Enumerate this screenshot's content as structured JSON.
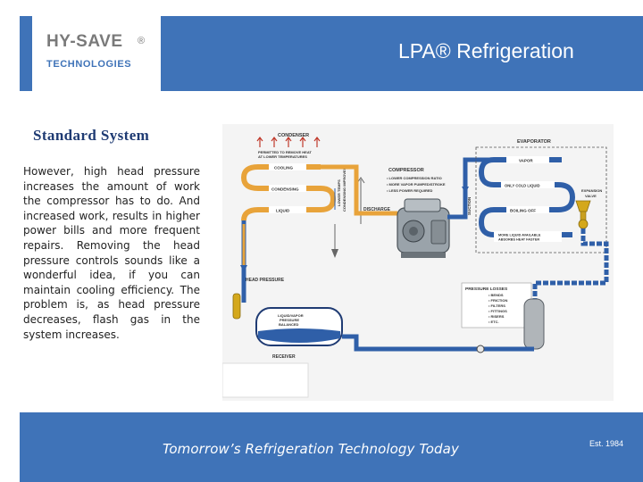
{
  "header": {
    "logo_name": "HY-SAVE",
    "logo_reg": "®",
    "logo_sub": "TECHNOLOGIES",
    "title": "LPA® Refrigeration"
  },
  "section": {
    "title": "Standard System",
    "body": "However, high head pressure increases the amount of work the compressor has to do. And increased work, results in higher power bills and more frequent repairs. Removing the head pressure controls sounds like a wonderful idea, if you can maintain cooling efficiency. The problem is, as head pressure decreases, flash gas in the system increases."
  },
  "diagram": {
    "condenser_label": "CONDENSER",
    "permitted_note_1": "PERMITTED TO REMOVE HEAT",
    "permitted_note_2": "AT LOWER TEMPERATURES",
    "cond_cooling": "COOLING",
    "cond_condensing": "CONDENSING",
    "cond_liquid": "LIQUID",
    "side_note_1": "LOWER TEMPS",
    "side_note_2": "CONDENSING IMPROVES",
    "evaporator_label": "EVAPORATOR",
    "evap_vapor": "VAPOR",
    "evap_only_cold": "ONLY COLD LIQUID",
    "evap_boiling_off": "BOILING OFF",
    "evap_more_liquid_1": "MORE LIQUID AVAILABLE",
    "evap_more_liquid_2": "ABSORBS HEAT FASTER",
    "compressor_label": "COMPRESSOR",
    "comp_bullet_1": "• LOWER COMPRESSION RATIO",
    "comp_bullet_2": "• MORE VAPOR PUMPED/STROKE",
    "comp_bullet_3": "• LESS POWER REQUIRED",
    "discharge_label": "DISCHARGE",
    "suction_label": "SUCTION",
    "expansion_label_1": "EXPANSION",
    "expansion_label_2": "VALVE",
    "head_pressure_label": "HEAD PRESSURE",
    "receiver_mix_1": "LIQUID/VAPOR",
    "receiver_mix_2": "PRESSURE",
    "receiver_mix_3": "BALANCED",
    "receiver_label": "RECEIVER",
    "losses_title": "PRESSURE LOSSES",
    "losses_1": "• BENDS",
    "losses_2": "• FRICTION",
    "losses_3": "• FILTERS",
    "losses_4": "• FITTINGS",
    "losses_5": "• RISERS",
    "losses_6": "• ETC."
  },
  "footer": {
    "tagline": "Tomorrow’s Refrigeration Technology Today",
    "est": "Est. 1984"
  },
  "colors": {
    "header_blue": "#3f73b8",
    "hot_line": "#e8a33a",
    "cold_line": "#2f5fa8"
  }
}
